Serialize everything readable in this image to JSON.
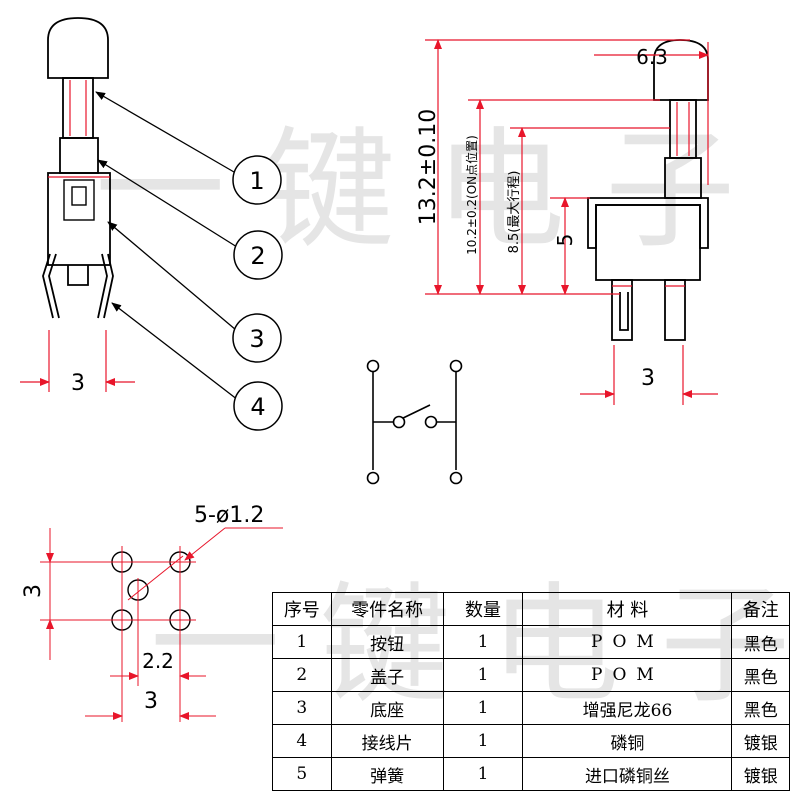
{
  "watermark": "一键电子",
  "front_view": {
    "callouts": [
      "1",
      "2",
      "3",
      "4"
    ],
    "pin_spacing": "3"
  },
  "side_view": {
    "dim_top": "6.3",
    "dim_total": "13.2±0.10",
    "dim_on": "10.2±0.2(ON点位置)",
    "dim_stroke": "8.5(最大行程)",
    "dim_body": "5",
    "dim_pin_spacing": "3"
  },
  "footprint": {
    "hole_label": "5-ø1.2",
    "dim_vertical": "3",
    "dim_inner": "2.2",
    "dim_horizontal": "3"
  },
  "bom_table": {
    "headers": [
      "序号",
      "零件名称",
      "数量",
      "材 料",
      "备注"
    ],
    "rows": [
      [
        "1",
        "按钮",
        "1",
        "POM",
        "黑色"
      ],
      [
        "2",
        "盖子",
        "1",
        "POM",
        "黑色"
      ],
      [
        "3",
        "底座",
        "1",
        "增强尼龙66",
        "黑色"
      ],
      [
        "4",
        "接线片",
        "1",
        "磷铜",
        "镀银"
      ],
      [
        "5",
        "弹簧",
        "1",
        "进口磷铜丝",
        "镀银"
      ]
    ]
  },
  "colors": {
    "line": "#000000",
    "dimension": "#e8152a",
    "watermark": "#c9c9c9"
  }
}
